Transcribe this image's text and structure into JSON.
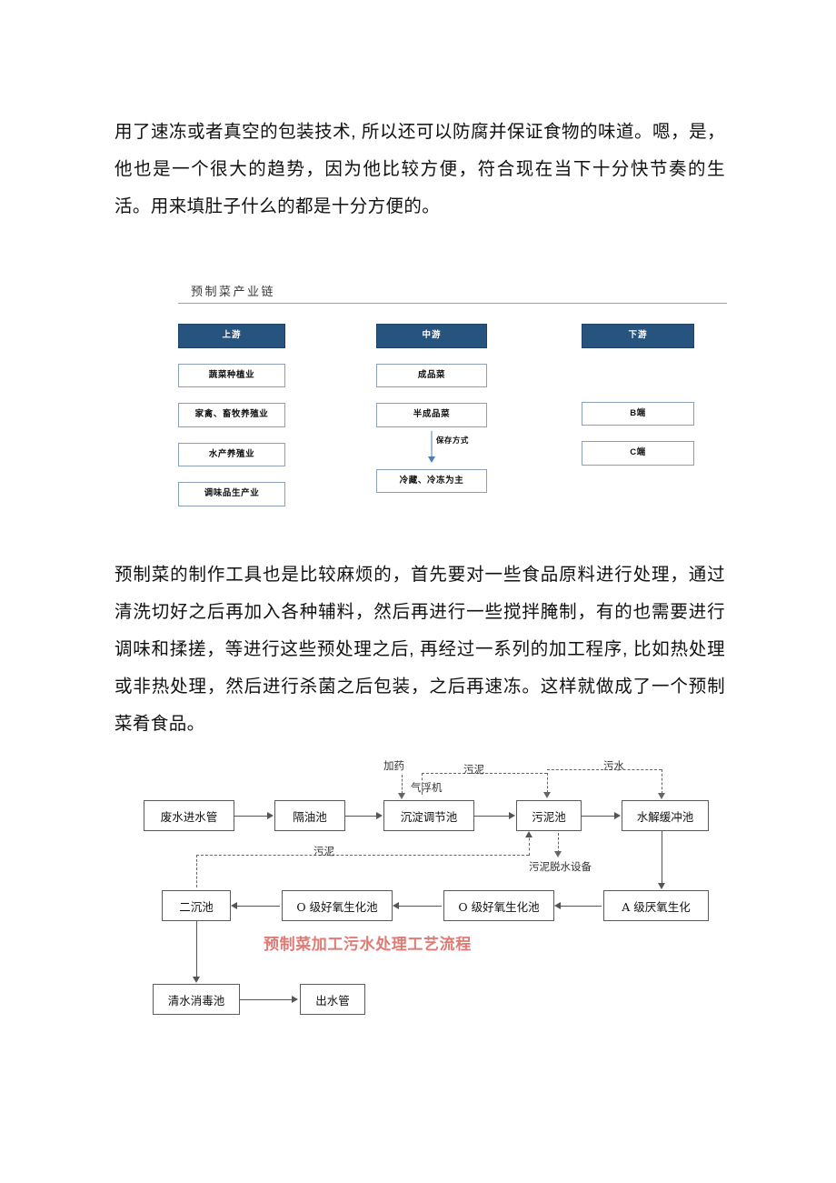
{
  "document": {
    "paragraphs": [
      "用了速冻或者真空的包装技术, 所以还可以防腐并保证食物的味道。嗯，是，他也是一个很大的趋势，因为他比较方便，符合现在当下十分快节奏的生活。用来填肚子什么的都是十分方便的。",
      "预制菜的制作工具也是比较麻烦的，首先要对一些食品原料进行处理，通过清洗切好之后再加入各种辅料，然后再进行一些搅拌腌制，有的也需要进行调味和揉搓，等进行这些预处理之后, 再经过一系列的加工程序, 比如热处理或非热处理，然后进行杀菌之后包装，之后再速冻。这样就做成了一个预制菜肴食品。"
    ]
  },
  "figure_chain": {
    "caption": "预制菜产业链",
    "header_color": "#27537f",
    "columns": [
      {
        "header": "上游",
        "boxes": [
          "蔬菜种植业",
          "家禽、畜牧养殖业",
          "水产养殖业",
          "调味品生产业"
        ]
      },
      {
        "header": "中游",
        "boxes": [
          "成品菜",
          "半成品菜"
        ],
        "arrow_label": "保存方式",
        "final_box": "冷藏、冷冻为主"
      },
      {
        "header": "下游",
        "boxes": [
          "B端",
          "C端"
        ]
      }
    ]
  },
  "figure_flow": {
    "title": "预制菜加工污水处理工艺流程",
    "title_color": "#e07a74",
    "nodes": [
      "废水进水管",
      "隔油池",
      "沉淀调节池",
      "污泥池",
      "水解缓冲池",
      "A 级厌氧生化",
      "O 级好氧生化池",
      "O 级好氧生化池",
      "二沉池",
      "清水消毒池",
      "出水管"
    ],
    "labels": [
      "加药",
      "气浮机",
      "污泥",
      "污水",
      "污泥",
      "污泥脱水设备"
    ]
  }
}
